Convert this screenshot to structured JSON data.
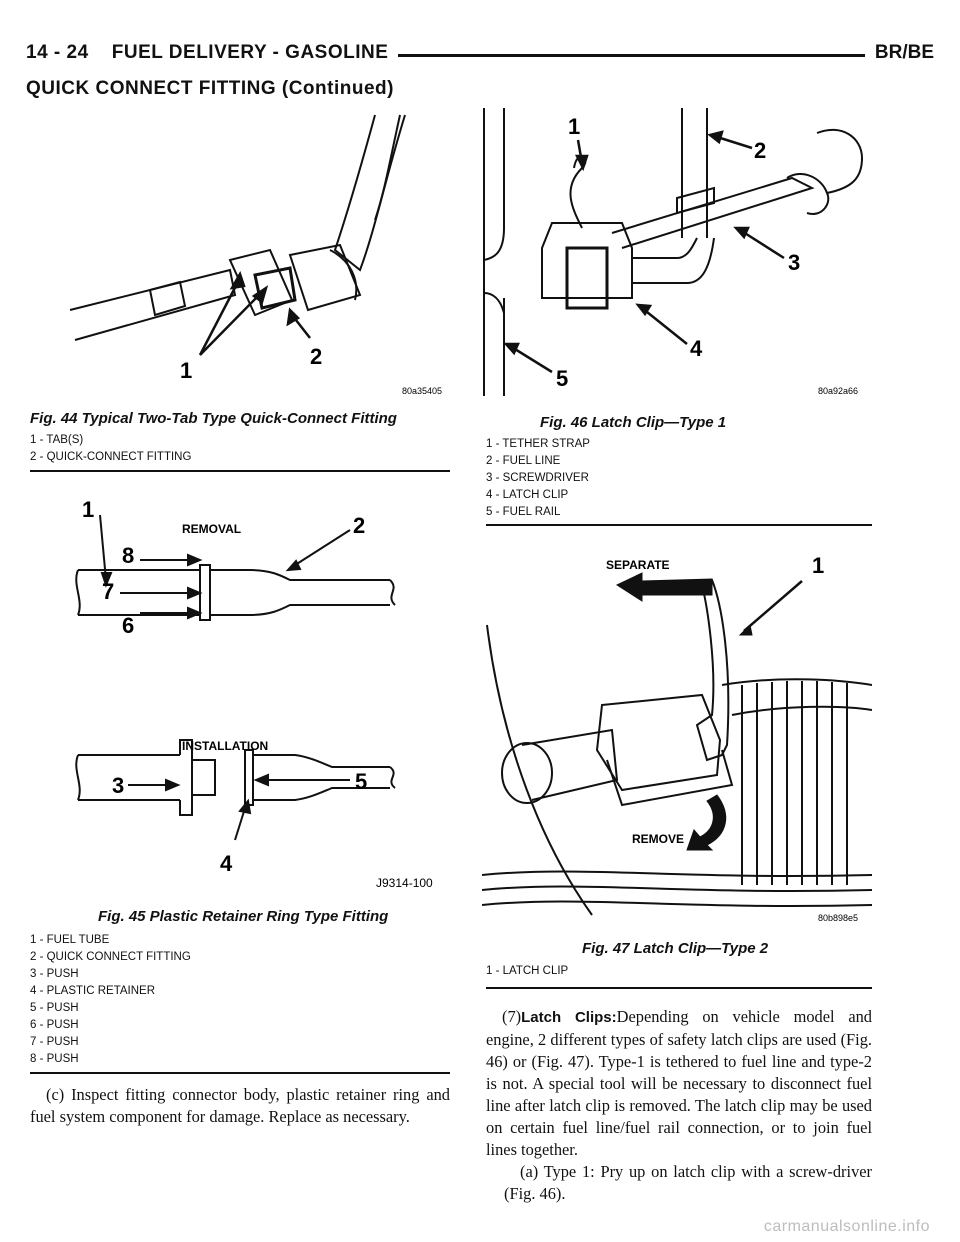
{
  "header": {
    "left": "14 - 24    FUEL DELIVERY - GASOLINE",
    "right": "BR/BE"
  },
  "section_title": "QUICK CONNECT FITTING (Continued)",
  "fig44": {
    "code": "80a35405",
    "caption": "Fig. 44 Typical Two-Tab Type Quick-Connect Fitting",
    "legend": [
      "1 - TAB(S)",
      "2 - QUICK-CONNECT FITTING"
    ],
    "callouts": [
      "1",
      "2"
    ]
  },
  "fig45": {
    "code": "J9314-100",
    "removal": "REMOVAL",
    "installation": "INSTALLATION",
    "caption": "Fig. 45 Plastic Retainer Ring Type Fitting",
    "legend": [
      "1 - FUEL TUBE",
      "2 - QUICK CONNECT FITTING",
      "3 - PUSH",
      "4 - PLASTIC RETAINER",
      "5 - PUSH",
      "6 - PUSH",
      "7 - PUSH",
      "8 - PUSH"
    ],
    "callouts": [
      "1",
      "2",
      "8",
      "7",
      "6",
      "3",
      "5",
      "4"
    ]
  },
  "fig46": {
    "code": "80a92a66",
    "caption": "Fig. 46 Latch Clip—Type 1",
    "legend": [
      "1 - TETHER STRAP",
      "2 - FUEL LINE",
      "3 - SCREWDRIVER",
      "4 - LATCH CLIP",
      "5 - FUEL RAIL"
    ],
    "callouts": [
      "1",
      "2",
      "3",
      "4",
      "5"
    ]
  },
  "fig47": {
    "code": "80b898e5",
    "separate": "SEPARATE",
    "remove": "REMOVE",
    "caption": "Fig. 47 Latch Clip—Type 2",
    "legend": [
      "1 - LATCH CLIP"
    ],
    "callouts": [
      "1"
    ]
  },
  "left_text": "(c) Inspect fitting connector body, plastic retainer ring and fuel system component for damage. Replace as necessary.",
  "right_text": {
    "lead_num": "(7)",
    "lead_bold": "Latch Clips:",
    "para1": "Depending on vehicle model and engine, 2 different types of safety latch clips are used (Fig. 46) or (Fig. 47). Type-1 is tethered to fuel line and type-2 is not. A special tool will be necessary to disconnect fuel line after latch clip is removed. The latch clip may be used on certain fuel line/fuel rail connection, or to join fuel lines together.",
    "para2": "(a) Type 1: Pry up on latch clip with a screw-driver (Fig. 46)."
  },
  "watermark": "carmanualsonline.info"
}
